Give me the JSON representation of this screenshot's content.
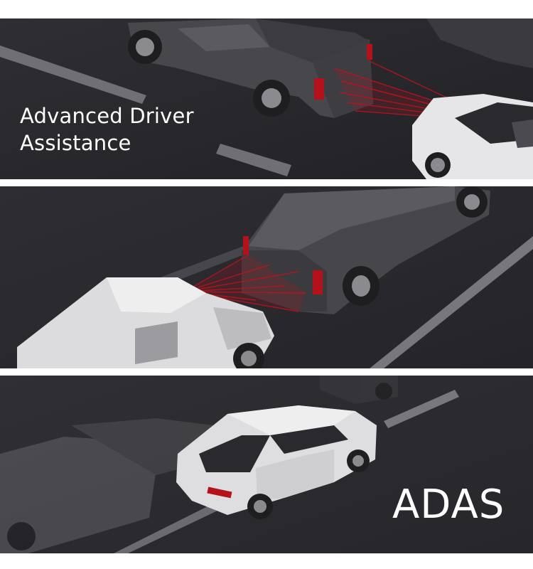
{
  "panels": [
    {
      "caption_lines": [
        "Advanced Driver",
        "Assistance"
      ]
    },
    {
      "caption_lines": []
    },
    {
      "caption_lines": [
        "ADAS"
      ]
    }
  ],
  "colors": {
    "road": "#2b2b30",
    "lane_marking": "#8a8a90",
    "truck_body": "#4a4a4e",
    "car_white": "#e8e8ea",
    "sensor_beam": "#c0121b",
    "caption_text": "#ffffff"
  }
}
